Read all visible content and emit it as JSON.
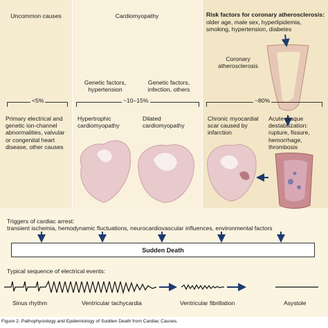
{
  "columns": {
    "left": {
      "title": "Uncommon causes",
      "percent": "<5%",
      "description": "Primary electrical and genetic ion-channel abnormalities, valvular or congenital heart disease, other causes"
    },
    "middle": {
      "title": "Cardiomyopathy",
      "percent": "~10–15%",
      "factors_a": "Genetic factors, hypertension",
      "factors_b": "Genetic factors, infection, others",
      "type_a": "Hypertrophic cardiomyopathy",
      "type_b": "Dilated cardiomyopathy"
    },
    "right": {
      "risk_title": "Risk factors for coronary atherosclerosis:",
      "risk_list": "older age, male sex, hyperlipidemia, smoking, hypertension, diabetes",
      "vessel_label": "Coronary atherosclerosis",
      "percent": "~80%",
      "scar": "Chronic myocardial scar caused by infarction",
      "plaque": "Acute plaque destabilization: rupture, fissure, hemorrhage, thrombosis"
    }
  },
  "triggers": {
    "title": "Triggers of cardiac arrest:",
    "list": "transient ischemia, hemodynamic fluctuations, neurocardiovascular influences, environmental factors"
  },
  "outcome": "Sudden Death",
  "sequence": {
    "title": "Typical sequence of electrical events:",
    "labels": [
      "Sinus rhythm",
      "Ventricular tachycardia",
      "Ventricular fibrillation",
      "Asystole"
    ]
  },
  "caption": "Figure 2. Pathophysiology and Epidemiology of Sudden Death from Cardiac Causes.",
  "colors": {
    "arrow": "#1f3a6e",
    "heart": "#e8c9cc",
    "plaque": "#b9787f",
    "band": "#f6ecd2"
  }
}
